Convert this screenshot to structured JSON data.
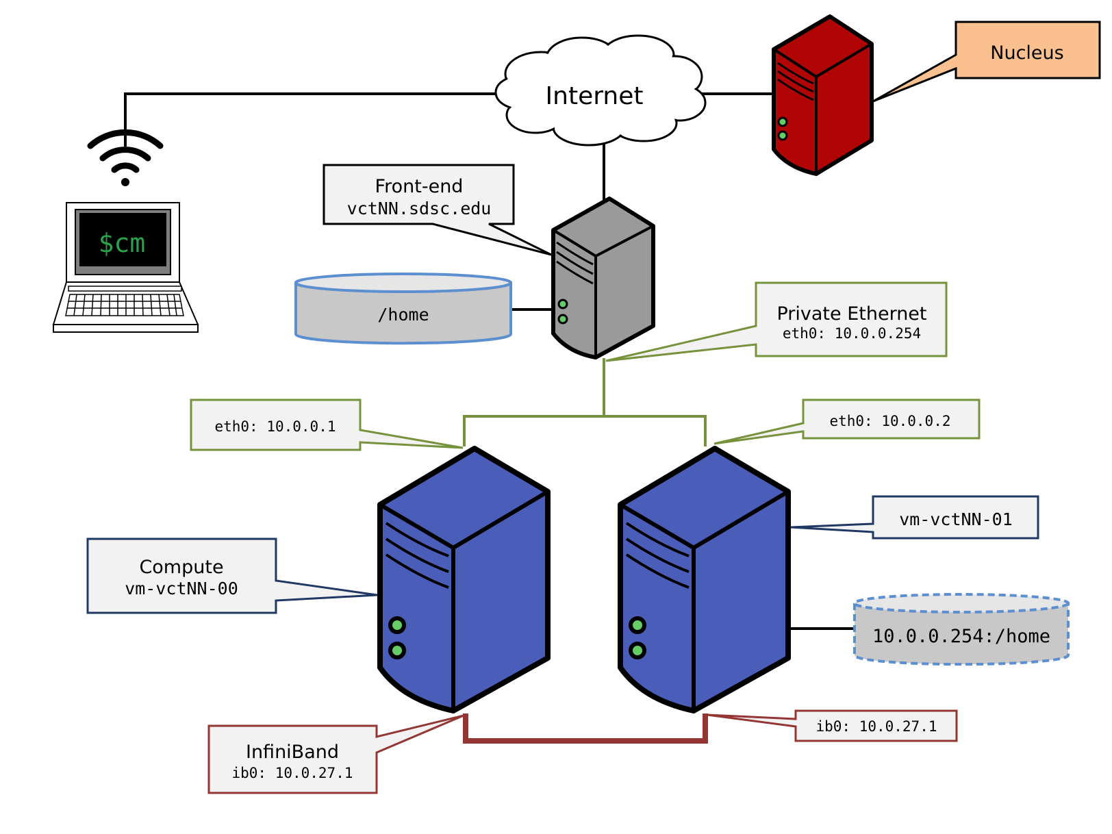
{
  "internet": {
    "label": "Internet"
  },
  "laptop": {
    "screen_text": "$cm"
  },
  "nucleus": {
    "label": "Nucleus"
  },
  "frontend": {
    "title": "Front-end",
    "host": "vctNN.sdsc.edu"
  },
  "home_disk": {
    "label": "/home"
  },
  "private_ethernet": {
    "title": "Private Ethernet",
    "address": "eth0: 10.0.0.254"
  },
  "node0_eth": {
    "address": "eth0: 10.0.0.1"
  },
  "node1_eth": {
    "address": "eth0: 10.0.0.2"
  },
  "compute": {
    "title": "Compute",
    "host": "vm-vctNN-00"
  },
  "node1": {
    "host": "vm-vctNN-01"
  },
  "nfs_mount": {
    "label": "10.0.0.254:/home"
  },
  "infiniband": {
    "title": "InfiniBand",
    "address": "ib0: 10.0.27.1"
  },
  "node1_ib": {
    "address": "ib0: 10.0.27.1"
  },
  "colors": {
    "frontend_server": "#9a9a9a",
    "nucleus_server": "#b10505",
    "compute_server": "#4a5db8",
    "ethernet_line": "#76923c",
    "infiniband_line": "#943634",
    "nucleus_callout": "#fac090",
    "callout_fill": "#f2f2f2",
    "compute_callout_border": "#1f3864",
    "disk_border": "#5b8fd0",
    "led": "#66cc66"
  }
}
